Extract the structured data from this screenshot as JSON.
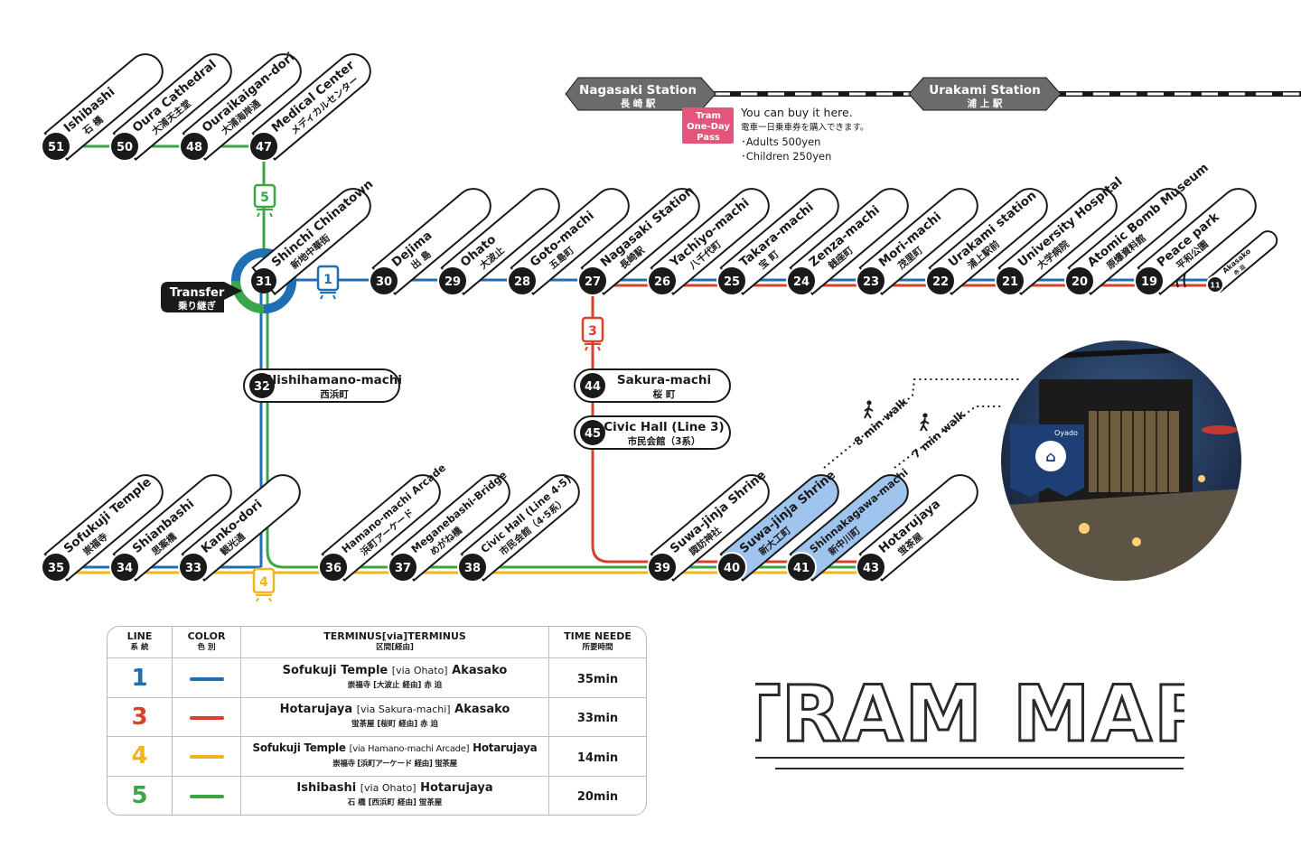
{
  "title": "TRAM MAP",
  "transfer": {
    "en": "Transfer",
    "ja": "乗り継ぎ"
  },
  "colors": {
    "line1": "#1f6fb5",
    "line3": "#d9412b",
    "line4": "#f0b51b",
    "line5": "#3aa647",
    "highlight": "#9fc5ee",
    "station_box": "#6b6b6b",
    "pass_badge": "#e5547a"
  },
  "line_badges": {
    "l1": "1",
    "l3": "3",
    "l4": "4",
    "l5": "5"
  },
  "stations_top_left": [
    {
      "num": "51",
      "en": "Ishibashi",
      "ja": "石 橋"
    },
    {
      "num": "50",
      "en": "Oura Cathedral",
      "ja": "大浦天主堂"
    },
    {
      "num": "48",
      "en": "Ouraikaigan-dori",
      "ja": "大浦海岸通"
    },
    {
      "num": "47",
      "en": "Medical Center",
      "ja": "メディカルセンター"
    }
  ],
  "stations_main": [
    {
      "num": "31",
      "en": "Shinchi Chinatown",
      "ja": "新地中華街"
    },
    {
      "num": "30",
      "en": "Dejima",
      "ja": "出 島"
    },
    {
      "num": "29",
      "en": "Ohato",
      "ja": "大波止"
    },
    {
      "num": "28",
      "en": "Goto-machi",
      "ja": "五島町"
    },
    {
      "num": "27",
      "en": "Nagasaki Station",
      "ja": "長崎駅"
    },
    {
      "num": "26",
      "en": "Yachiyo-machi",
      "ja": "八千代町"
    },
    {
      "num": "25",
      "en": "Takara-machi",
      "ja": "宝 町"
    },
    {
      "num": "24",
      "en": "Zenza-machi",
      "ja": "銭座町"
    },
    {
      "num": "23",
      "en": "Mori-machi",
      "ja": "茂里町"
    },
    {
      "num": "22",
      "en": "Urakami station",
      "ja": "浦上駅前"
    },
    {
      "num": "21",
      "en": "University Hospital",
      "ja": "大学病院"
    },
    {
      "num": "20",
      "en": "Atomic Bomb Museum",
      "ja": "原爆資料館"
    },
    {
      "num": "19",
      "en": "Peace park",
      "ja": "平和公園"
    },
    {
      "num": "11",
      "en": "Akasako",
      "ja": "赤 迫"
    }
  ],
  "stations_middle": [
    {
      "num": "32",
      "en": "Nishihamano-machi",
      "ja": "西浜町"
    },
    {
      "num": "44",
      "en": "Sakura-machi",
      "ja": "桜 町"
    },
    {
      "num": "45",
      "en": "Civic Hall (Line 3)",
      "ja": "市民会館（3系）"
    }
  ],
  "stations_bottom": [
    {
      "num": "35",
      "en": "Sofukuji Temple",
      "ja": "崇福寺"
    },
    {
      "num": "34",
      "en": "Shianbashi",
      "ja": "思案橋"
    },
    {
      "num": "33",
      "en": "Kanko-dori",
      "ja": "観光通"
    },
    {
      "num": "36",
      "en": "Hamano-machi Arcade",
      "ja": "浜町アーケード"
    },
    {
      "num": "37",
      "en": "Meganebashi-Bridge",
      "ja": "めがね橋"
    },
    {
      "num": "38",
      "en": "Civic Hall (Line 4·5)",
      "ja": "市民会館（4·5系）"
    },
    {
      "num": "39",
      "en": "Suwa-jinja Shrine",
      "ja": "諏訪神社"
    },
    {
      "num": "40",
      "en": "Suwa-jinja Shrine",
      "ja": "新大工町"
    },
    {
      "num": "41",
      "en": "Shinnakagawa-machi",
      "ja": "新中川町"
    },
    {
      "num": "43",
      "en": "Hotarujaya",
      "ja": "蛍茶屋"
    }
  ],
  "rail": {
    "nagasaki": {
      "en": "Nagasaki Station",
      "ja": "長 崎 駅"
    },
    "urakami": {
      "en": "Urakami Station",
      "ja": "浦 上 駅"
    }
  },
  "pass": {
    "badge_lines": [
      "Tram",
      "One-Day",
      "Pass"
    ],
    "buy": "You can buy it here.",
    "buy_ja": "電車一日乗車券を購入できます。",
    "adults": "･Adults 500yen",
    "children": "･Children 250yen"
  },
  "walks": {
    "w1": "8 min walk",
    "w2": "7 min walk"
  },
  "photo": {
    "sign": "Oyado"
  },
  "legend": {
    "headers": [
      {
        "en": "LINE",
        "ja": "系 統"
      },
      {
        "en": "COLOR",
        "ja": "色 別"
      },
      {
        "en": "TERMINUS[via]TERMINUS",
        "ja": "区間[経由]"
      },
      {
        "en": "TIME NEEDE",
        "ja": "所要時間"
      }
    ],
    "rows": [
      {
        "line": "1",
        "color": "#1f6fb5",
        "from": "Sofukuji Temple",
        "via": "[via Ohato]",
        "to": "Akasako",
        "ja": "崇福寺 [大波止 経由] 赤 迫",
        "time": "35min"
      },
      {
        "line": "3",
        "color": "#d9412b",
        "from": "Hotarujaya",
        "via": "[via Sakura-machi]",
        "to": "Akasako",
        "ja": "蛍茶屋 [桜町 経由] 赤 迫",
        "time": "33min"
      },
      {
        "line": "4",
        "color": "#f0b51b",
        "from": "Sofukuji Temple",
        "via": "[via Hamano-machi Arcade]",
        "to": "Hotarujaya",
        "ja": "崇福寺 [浜町アーケード 経由] 蛍茶屋",
        "time": "14min"
      },
      {
        "line": "5",
        "color": "#3aa647",
        "from": "Ishibashi",
        "via": "[via Ohato]",
        "to": "Hotarujaya",
        "ja": "石 橋 [西浜町 経由] 蛍茶屋",
        "time": "20min"
      }
    ]
  }
}
